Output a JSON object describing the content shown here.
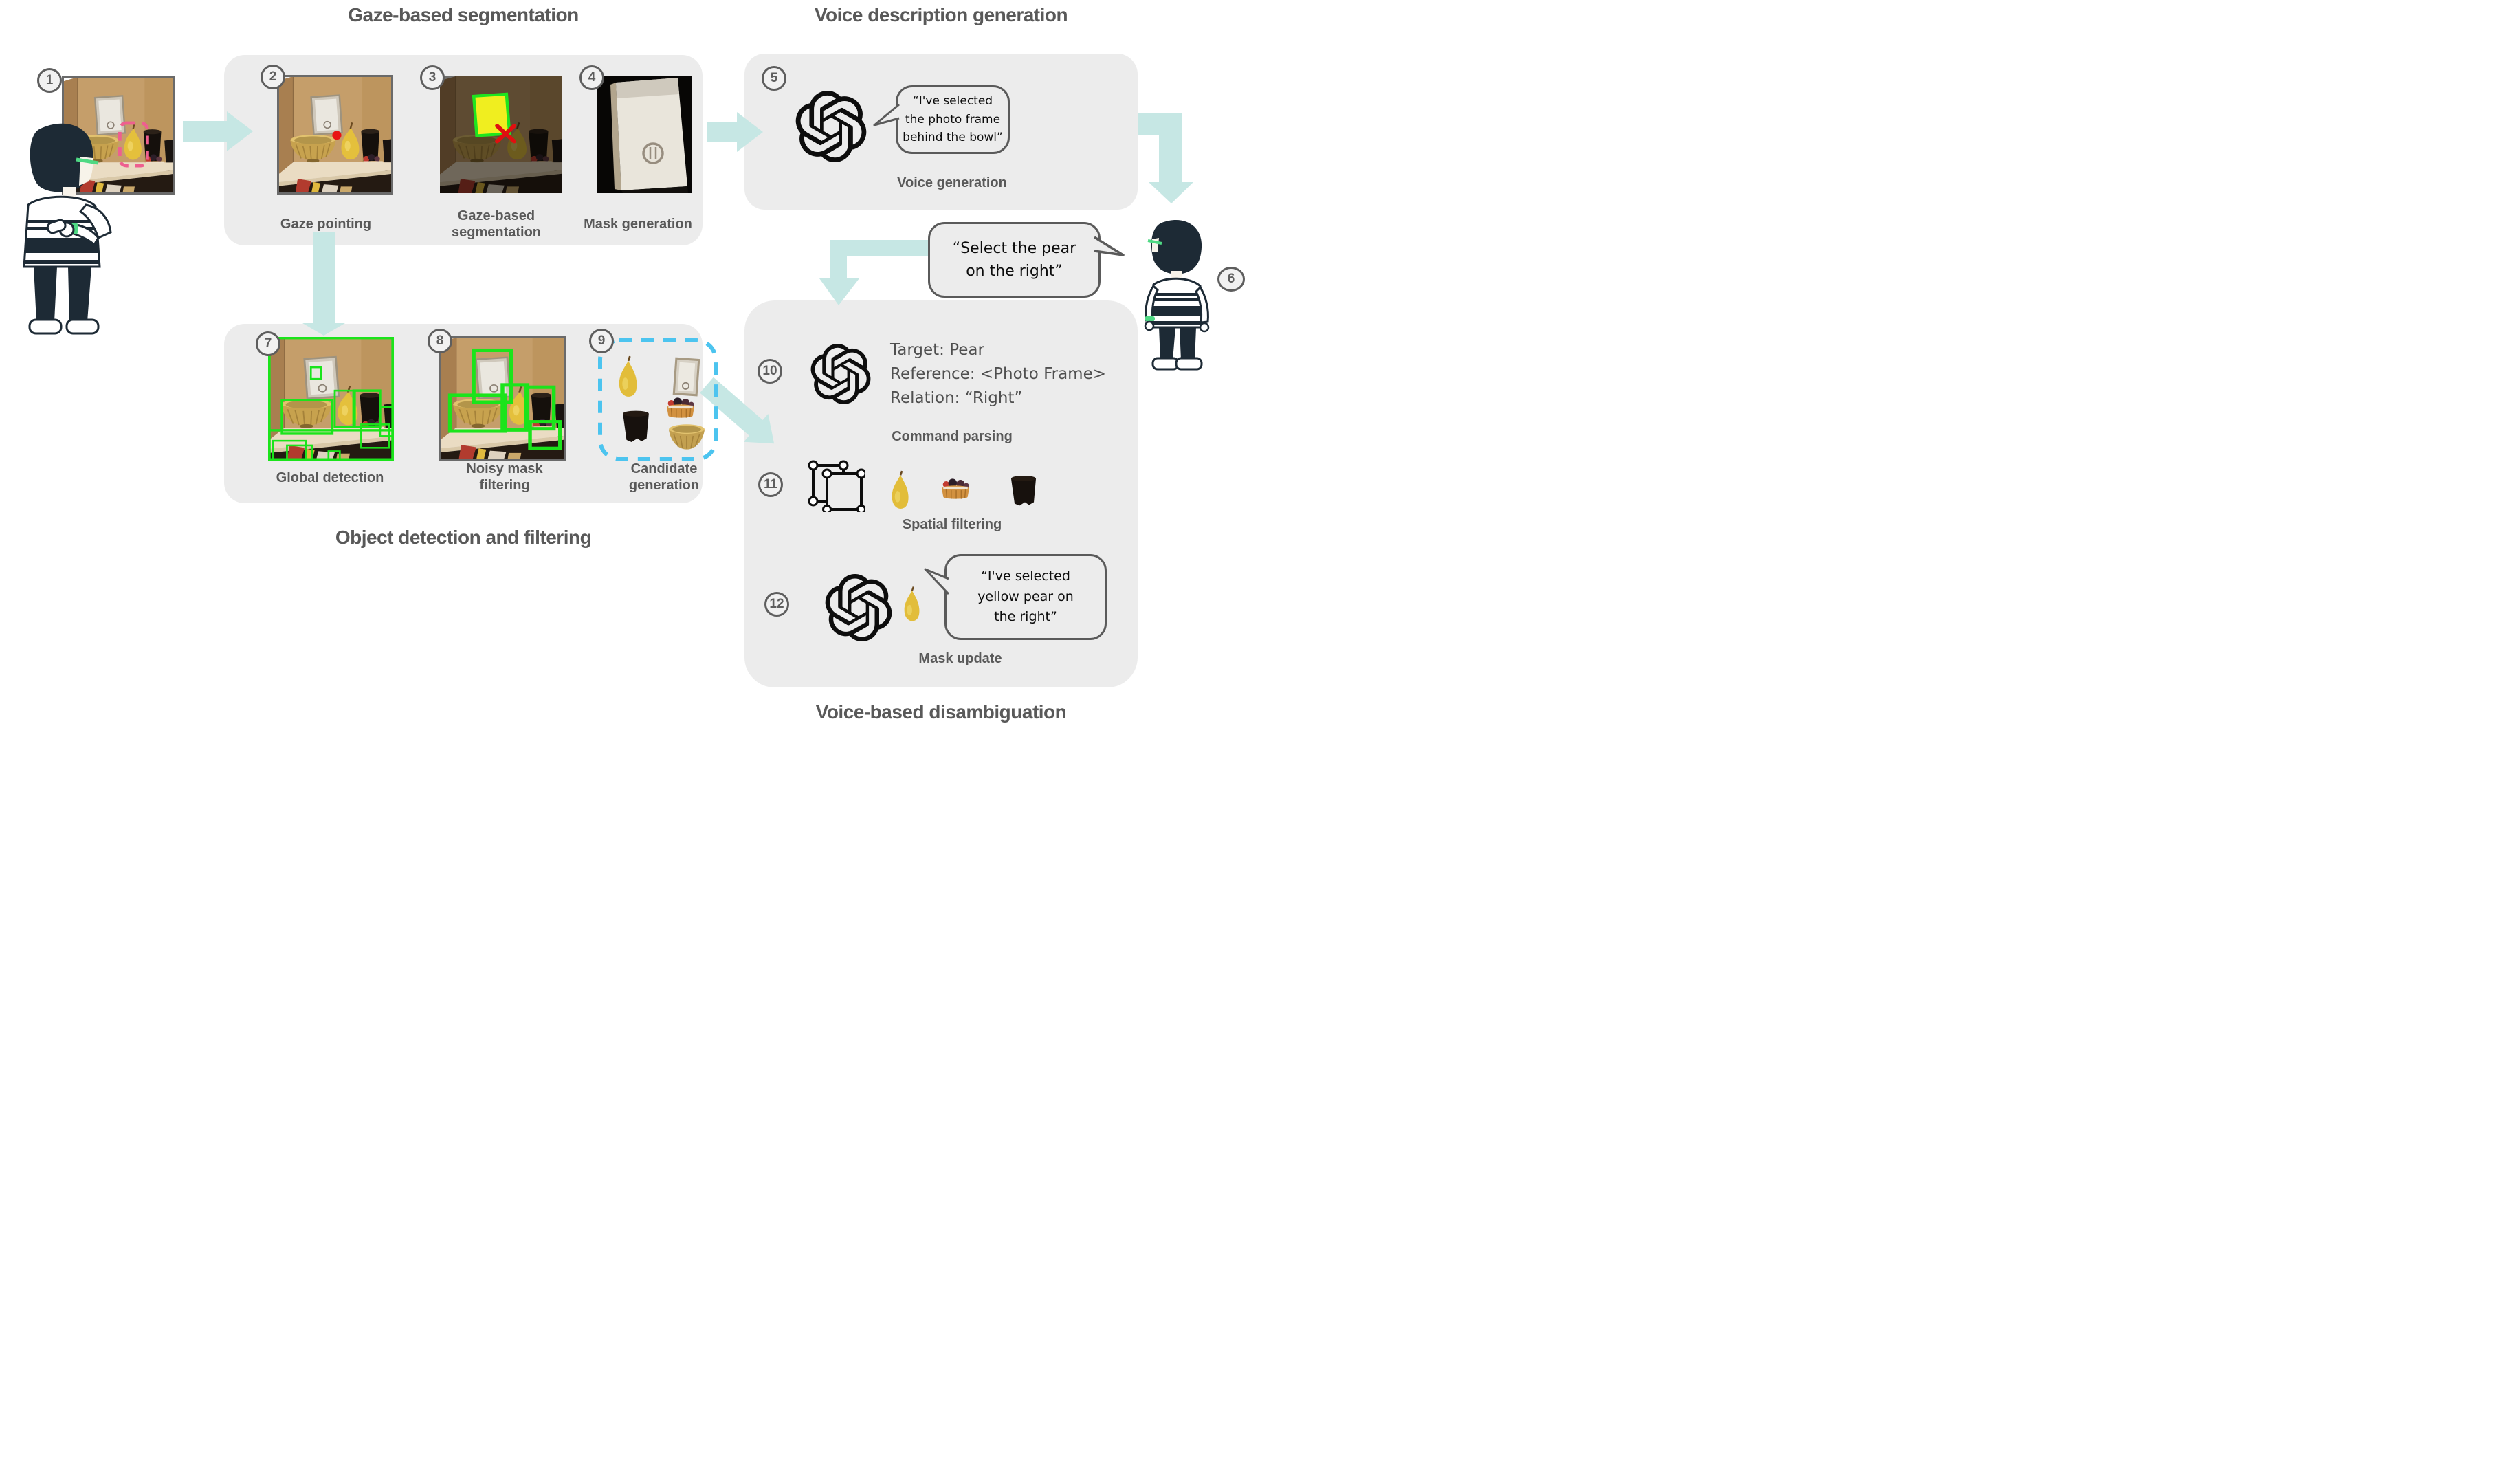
{
  "diagram_titles": {
    "gaze": "Gaze-based segmentation",
    "voice": "Voice description generation",
    "object": "Object detection and filtering",
    "disambiguation": "Voice-based disambiguation"
  },
  "steps": [
    "1",
    "2",
    "3",
    "4",
    "5",
    "6",
    "7",
    "8",
    "9",
    "10",
    "11",
    "12"
  ],
  "labels": {
    "gaze_pointing": "Gaze pointing",
    "gaze_segmentation": [
      "Gaze-based",
      "segmentation"
    ],
    "mask_generation": "Mask generation",
    "voice_generation": "Voice generation",
    "global_detection": "Global detection",
    "noisy_mask_filtering": [
      "Noisy mask",
      "filtering"
    ],
    "candidate_generation": [
      "Candidate",
      "generation"
    ],
    "command_parsing": "Command parsing",
    "spatial_filtering": "Spatial filtering",
    "mask_update": "Mask update"
  },
  "bubbles": {
    "voice_generation": [
      "“I've selected",
      "the photo frame",
      "behind the bowl”"
    ],
    "user_command": [
      "“Select the pear",
      "on the right”"
    ],
    "mask_update": [
      "“I've selected",
      "yellow pear on",
      "the right”"
    ]
  },
  "command_parsing_output": [
    "Target: Pear",
    "Reference: <Photo Frame>",
    "Relation: “Right”"
  ],
  "icons": {
    "llm": "openai-logo",
    "spatial_filtering": "bounding-box-icon",
    "candidate_objects": [
      "pear",
      "photo-frame",
      "tart",
      "cup",
      "bowl"
    ]
  },
  "colors": {
    "arrow_teal": "#c6e7e4",
    "panel_gray": "#ececec",
    "title_gray": "#595959",
    "detection_green": "#1be41b",
    "gaze_pink": "#ee5f8f",
    "candidate_cyan": "#4cc4ef"
  }
}
